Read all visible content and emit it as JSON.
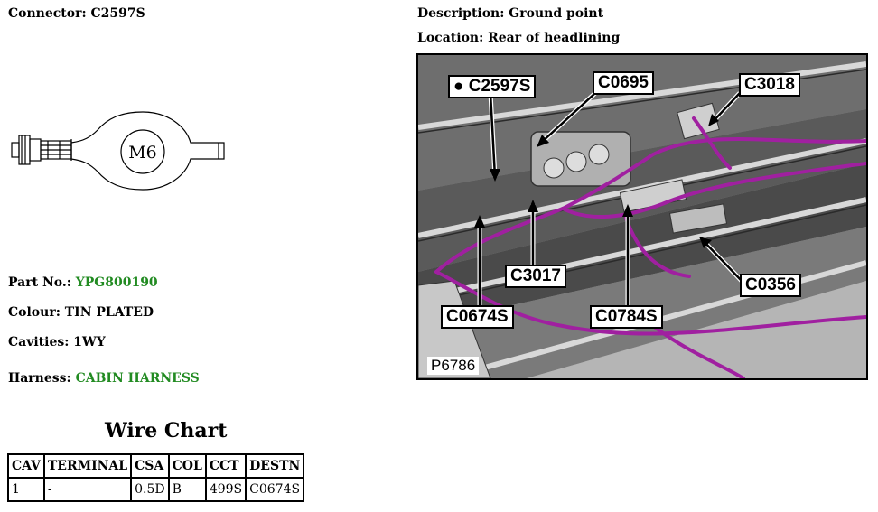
{
  "connector": {
    "label": "Connector:",
    "value": "C2597S"
  },
  "description": {
    "label": "Description:",
    "value": "Ground point"
  },
  "location": {
    "label": "Location:",
    "value": "Rear of headlining"
  },
  "terminal": {
    "stud_text": "M6"
  },
  "part_no": {
    "label": "Part No.:",
    "value": "YPG800190"
  },
  "colour": {
    "label": "Colour:",
    "value": "TIN PLATED"
  },
  "cavities": {
    "label": "Cavities:",
    "value": "1WY"
  },
  "harness": {
    "label": "Harness:",
    "value": "CABIN HARNESS"
  },
  "photo": {
    "callouts": {
      "c2597s": "C2597S",
      "c0695": "C0695",
      "c3018": "C3018",
      "c3017": "C3017",
      "c0356": "C0356",
      "c0674s": "C0674S",
      "c0784s": "C0784S"
    },
    "picture_code": "P6786"
  },
  "wire_chart": {
    "title": "Wire Chart",
    "headers": [
      "CAV",
      "TERMINAL",
      "CSA",
      "COL",
      "CCT",
      "DESTN"
    ],
    "rows": [
      [
        "1",
        "-",
        "0.5D",
        "B",
        "499S",
        "C0674S"
      ]
    ]
  },
  "colors": {
    "link_green": "#228b22",
    "harness_purple": "#a020a0"
  }
}
